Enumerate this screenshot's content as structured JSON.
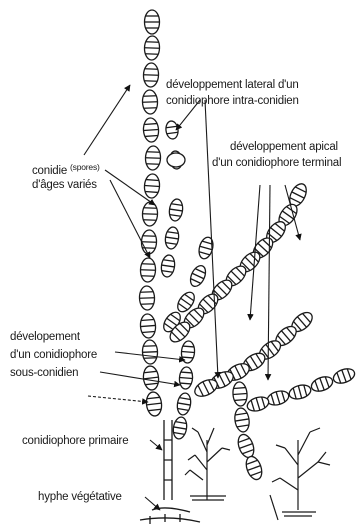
{
  "labels": {
    "lateral_l1": "développement lateral d'un",
    "lateral_l2": "conidiophore intra-conidien",
    "apical_l1": "développement apical",
    "apical_l2": "d'un conidiophore terminal",
    "conidie_word": "conidie",
    "conidie_spores": "(spores)",
    "conidie_ages": "d'âges variés",
    "sous_l1": "dévelopement",
    "sous_l2": "d'un conidiophore",
    "sous_l3": "sous-conidien",
    "primaire": "conidiophore primaire",
    "hyphe": "hyphe végétative"
  }
}
